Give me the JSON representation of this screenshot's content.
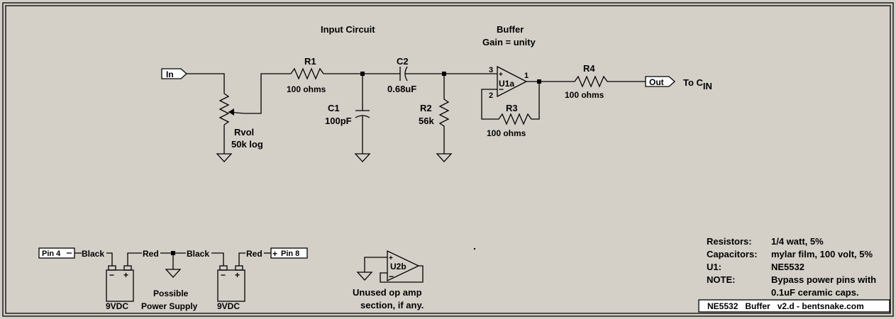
{
  "schematic": {
    "in_port": "In",
    "out_port": "Out",
    "to_cin_prefix": "To C",
    "to_cin_sub": "IN",
    "input_circuit_title": "Input Circuit",
    "buffer_title": "Buffer",
    "buffer_gain": "Gain = unity",
    "rvol_name": "Rvol",
    "rvol_value": "50k log",
    "r1_name": "R1",
    "r1_value": "100 ohms",
    "c1_name": "C1",
    "c1_value": "100pF",
    "c2_name": "C2",
    "c2_value": "0.68uF",
    "r2_name": "R2",
    "r2_value": "56k",
    "u1_name": "U1a",
    "u1_pin_noninv": "3",
    "u1_pin_inv": "2",
    "u1_pin_out": "1",
    "r3_name": "R3",
    "r3_value": "100 ohms",
    "r4_name": "R4",
    "r4_value": "100 ohms"
  },
  "power": {
    "pin4_label": "Pin 4",
    "pin8_label": "Pin 8",
    "black_1": "Black",
    "red_1": "Red",
    "black_2": "Black",
    "red_2": "Red",
    "battery_1": "9VDC",
    "battery_2": "9VDC",
    "supply_line1": "Possible",
    "supply_line2": "Power Supply"
  },
  "unused": {
    "opamp_name": "U2b",
    "caption_line1": "Unused op amp",
    "caption_line2": "section, if any."
  },
  "parts_notes": {
    "resistors_key": "Resistors:",
    "resistors_val": "1/4 watt, 5%",
    "capacitors_key": "Capacitors:",
    "capacitors_val": "mylar film, 100 volt, 5%",
    "u1_key": "U1:",
    "u1_val": "NE5532",
    "note_key": "NOTE:",
    "note_line1": "Bypass power pins with",
    "note_line2": "0.1uF ceramic caps."
  },
  "title_block": "NE5532   Buffer   v2.d - bentsnake.com"
}
